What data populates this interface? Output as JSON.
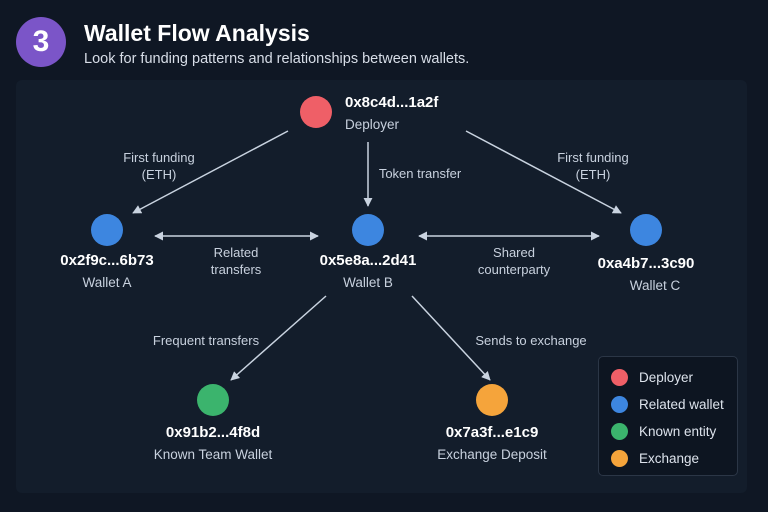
{
  "header": {
    "step_number": "3",
    "title": "Wallet Flow Analysis",
    "subtitle": "Look for funding patterns and relationships between wallets."
  },
  "colors": {
    "deployer": "#ef5f67",
    "related_wallet": "#3d86e0",
    "known_entity": "#3bb46d",
    "exchange": "#f5a43b",
    "badge": "#7b55c8",
    "arrow": "#c9d3e0"
  },
  "nodes": {
    "deployer": {
      "address": "0x8c4d...1a2f",
      "role": "Deployer"
    },
    "wallet_a": {
      "address": "0x2f9c...6b73",
      "role": "Wallet A"
    },
    "wallet_b": {
      "address": "0x5e8a...2d41",
      "role": "Wallet B"
    },
    "wallet_c": {
      "address": "0xa4b7...3c90",
      "role": "Wallet C"
    },
    "team_wallet": {
      "address": "0x91b2...4f8d",
      "role": "Known Team Wallet"
    },
    "exchange_deposit": {
      "address": "0x7a3f...e1c9",
      "role": "Exchange Deposit"
    }
  },
  "edges": {
    "first_funding_a": [
      "First funding",
      "(ETH)"
    ],
    "token_transfer": [
      "Token transfer"
    ],
    "first_funding_c": [
      "First funding",
      "(ETH)"
    ],
    "related_transfers": [
      "Related",
      "transfers"
    ],
    "shared_counterparty": [
      "Shared",
      "counterparty"
    ],
    "frequent_transfers": [
      "Frequent transfers"
    ],
    "sends_to_exchange": [
      "Sends to exchange"
    ]
  },
  "legend": {
    "items": [
      {
        "label": "Deployer",
        "color": "#ef5f67"
      },
      {
        "label": "Related wallet",
        "color": "#3d86e0"
      },
      {
        "label": "Known entity",
        "color": "#3bb46d"
      },
      {
        "label": "Exchange",
        "color": "#f5a43b"
      }
    ]
  }
}
